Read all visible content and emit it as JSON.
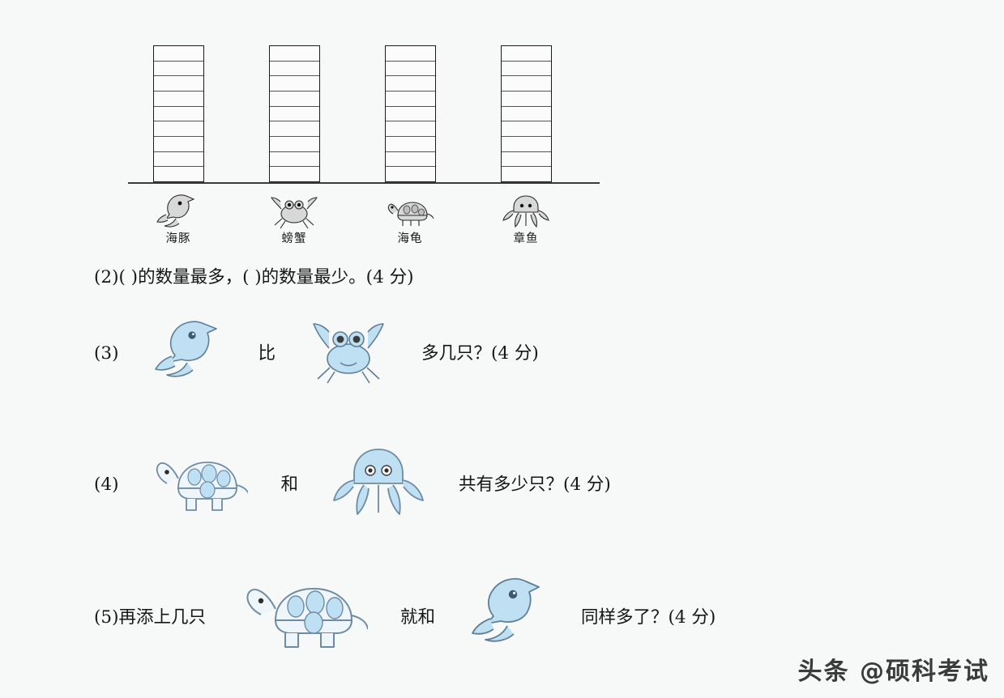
{
  "page": {
    "background_color": "#f7f8f8",
    "text_color": "#151515"
  },
  "chart_data": {
    "type": "bar",
    "title": "",
    "xlabel": "",
    "ylabel": "",
    "categories": [
      "海豚",
      "螃蟹",
      "海龟",
      "章鱼"
    ],
    "category_icons": [
      "dolphin-icon",
      "crab-icon",
      "turtle-icon",
      "octopus-icon"
    ],
    "values": [
      0,
      0,
      0,
      0
    ],
    "grid_rows_per_column": [
      9,
      9,
      9,
      9
    ],
    "ylim": [
      0,
      9
    ],
    "grid": true,
    "legend": "none",
    "note": "blank grid columns for student to shade in"
  },
  "chart": {
    "columns": [
      {
        "name": "海豚",
        "icon": "dolphin-icon",
        "cells": 9
      },
      {
        "name": "螃蟹",
        "icon": "crab-icon",
        "cells": 9
      },
      {
        "name": "海龟",
        "icon": "turtle-icon",
        "cells": 9
      },
      {
        "name": "章鱼",
        "icon": "octopus-icon",
        "cells": 9
      }
    ]
  },
  "questions": [
    {
      "number": "(2)",
      "segments": [
        {
          "type": "text",
          "value": "(2)("
        },
        {
          "type": "blank"
        },
        {
          "type": "text",
          "value": ")的数量最多，("
        },
        {
          "type": "blank"
        },
        {
          "type": "text",
          "value": ")的数量最少。(4 分)"
        }
      ],
      "full_text": "(2)(        )的数量最多，(        )的数量最少。(4 分)",
      "points": "(4 分)"
    },
    {
      "number": "(3)",
      "prefix": "(3)",
      "icon_1": "dolphin-icon",
      "middle": "比",
      "icon_2": "crab-icon",
      "suffix": "多几只？(4 分)",
      "full_text": "(3) [海豚] 比 [螃蟹] 多几只？(4 分)",
      "points": "(4 分)"
    },
    {
      "number": "(4)",
      "prefix": "(4)",
      "icon_1": "turtle-icon",
      "middle": "和",
      "icon_2": "octopus-icon",
      "suffix": "共有多少只？(4 分)",
      "full_text": "(4) [海龟] 和 [章鱼] 共有多少只？(4 分)",
      "points": "(4 分)"
    },
    {
      "number": "(5)",
      "prefix": "(5)再添上几只",
      "icon_1": "turtle-icon",
      "middle": "就和",
      "icon_2": "dolphin-icon",
      "suffix": "同样多了？(4 分)",
      "full_text": "(5)再添上几只 [海龟] 就和 [海豚] 同样多了？(4 分)",
      "points": "(4 分)"
    }
  ],
  "watermark": {
    "text": "头条 @硕科考试"
  }
}
